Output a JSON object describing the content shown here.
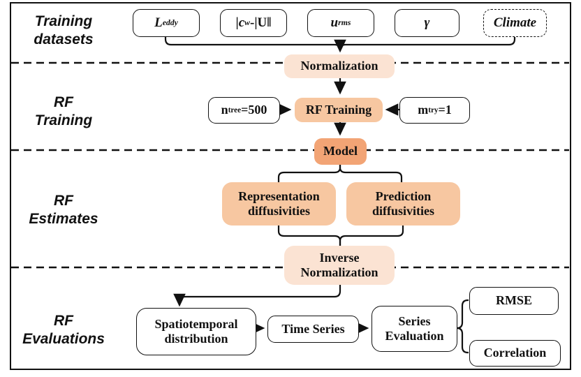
{
  "colors": {
    "peach_light": "#FBE3D3",
    "orange_medium": "#F7C7A1",
    "orange_dark": "#F2A475",
    "line": "#111111"
  },
  "section_labels": {
    "datasets": "Training\ndatasets",
    "training": "RF\nTraining",
    "estimates": "RF\nEstimates",
    "evaluations": "RF\nEvaluations"
  },
  "datasets": {
    "leddy": "<i>L</i><sub><i>eddy</i></sub>",
    "cw": "|<i>c</i><sub><i>w</i></sub>-|U&#8214;",
    "urms": "<i>u</i><sub><i>rms</i></sub>",
    "gamma": "<i>&gamma;</i>",
    "climate": "<i>Climate</i>"
  },
  "training": {
    "normalization": "Normalization",
    "ntree": "n<sub>tree</sub>=500",
    "rf_training": "RF Training",
    "mtry": "m<sub>try</sub>=1",
    "model": "Model"
  },
  "estimates": {
    "representation": "Representation\ndiffusivities",
    "prediction": "Prediction\ndiffusivities",
    "inverse_normalization": "Inverse\nNormalization"
  },
  "evaluations": {
    "spatiotemporal": "Spatiotemporal\ndistribution",
    "time_series": "Time Series",
    "series_evaluation": "Series\nEvaluation",
    "rmse": "RMSE",
    "correlation": "Correlation"
  }
}
